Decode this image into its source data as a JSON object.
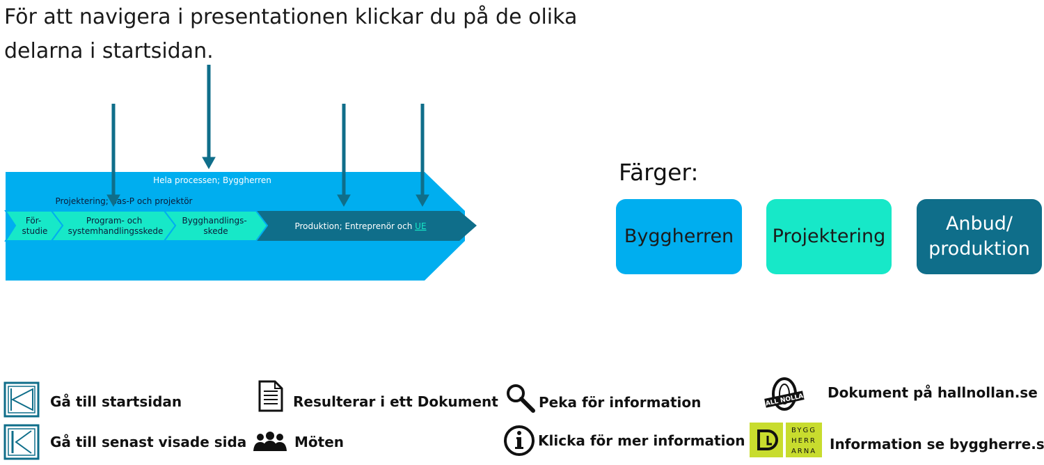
{
  "intro": {
    "line1": "För att navigera i presentationen klickar du på de olika",
    "line2": "delarna i startsidan."
  },
  "process": {
    "outer_label": "Hela processen; Byggherren",
    "projektering_label": "Projektering; Bas-P och projektör",
    "stages": {
      "forstudie": [
        "För-",
        "studie"
      ],
      "program": [
        "Program- och",
        "systemhandlingsskede"
      ],
      "bygghandling": [
        "Bygghandlings-",
        "skede"
      ]
    },
    "produktion_prefix": "Produktion; Entreprenör och ",
    "produktion_link": "UE"
  },
  "colors": {
    "title": "Färger:",
    "byggherren": "Byggherren",
    "projektering": "Projektering",
    "anbud": [
      "Anbud/",
      "produktion"
    ],
    "values": {
      "byggherren": "#00aeef",
      "projektering": "#17e8c8",
      "anbud": "#0f6e8a",
      "arrow": "#0f6e8a"
    }
  },
  "legend": {
    "home": "Gå till startsidan",
    "last": "Gå till senast visade sida",
    "document": "Resulterar i ett Dokument",
    "meetings": "Möten",
    "hover": "Peka för information",
    "info": "Klicka för mer information",
    "hallnollan": "Dokument på hallnollan.se",
    "byggherre": "Information se byggherre.se",
    "hallnollan_logo": "HALL NOLLAN",
    "byggherrarna_logo": [
      "BYGG",
      "HERR",
      "ARNA"
    ]
  }
}
